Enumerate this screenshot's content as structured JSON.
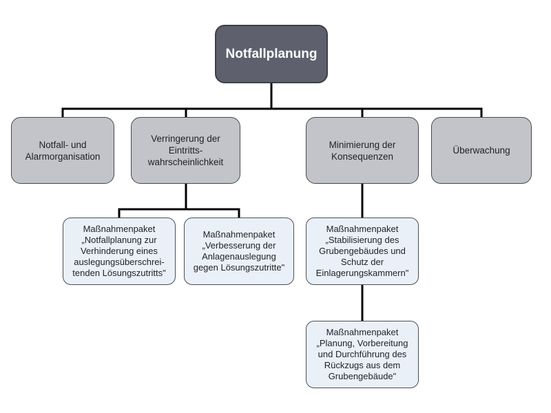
{
  "diagram": {
    "root": {
      "label": "Notfallplanung"
    },
    "categories": [
      {
        "label": "Notfall- und\nAlarmorganisation"
      },
      {
        "label": "Verringerung der\nEintritts-\nwahrscheinlichkeit"
      },
      {
        "label": "Minimierung der\nKonsequenzen"
      },
      {
        "label": "Überwachung"
      }
    ],
    "packages": [
      {
        "label": "Maßnahmenpaket\n„Notfallplanung zur\nVerhinderung eines\nauslegungsüberschrei-\ntenden Lösungszutritts\""
      },
      {
        "label": "Maßnahmenpaket\n„Verbesserung der\nAnlagenauslegung\ngegen Lösungszutritte\""
      },
      {
        "label": "Maßnahmenpaket\n„Stabilisierung des\nGrubengebäudes und\nSchutz der\nEinlagerungskammern\""
      },
      {
        "label": "Maßnahmenpaket\n„Planung, Vorbereitung\nund Durchführung des\nRückzugs aus dem\nGrubengebäude\""
      }
    ]
  }
}
